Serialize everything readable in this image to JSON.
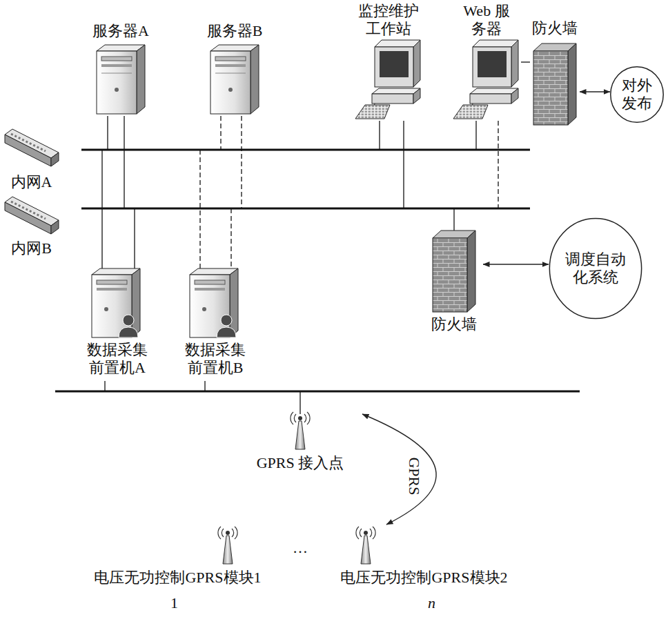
{
  "diagram": {
    "nodes": [
      {
        "text": [
          "服务器A"
        ]
      },
      {
        "text": [
          "服务器B"
        ]
      },
      {
        "text": [
          "监控维护 工作站"
        ]
      },
      {
        "text": [
          "Web 服务器"
        ]
      },
      {
        "text": [
          "防火墙"
        ]
      },
      {
        "text": [
          "对外 发布"
        ]
      },
      {
        "text": [
          "内网A"
        ]
      },
      {
        "text": [
          "内网B"
        ]
      },
      {
        "text": [
          "防火墙"
        ]
      },
      {
        "text": [
          "调度自动 化系统"
        ]
      },
      {
        "text": [
          "数据采集 前置机A"
        ]
      },
      {
        "text": [
          "数据采集 前置机B"
        ]
      },
      {
        "text": [
          "GPRS 接入点"
        ]
      },
      {
        "text": [
          "电压无功控制GPRS模块1"
        ]
      },
      {
        "text": [
          "电压无功控制GPRS模块2"
        ]
      }
    ],
    "edges": [
      {
        "from": 3,
        "to": 4,
        "arrow": "none"
      },
      {
        "from": 4,
        "to": 5,
        "arrow": "both"
      },
      {
        "from": 8,
        "to": 9,
        "arrow": "both"
      },
      {
        "from": 12,
        "to": 14,
        "label": "GPRS",
        "arrow": "both"
      }
    ],
    "labels": [
      "…",
      "1",
      "n"
    ]
  }
}
